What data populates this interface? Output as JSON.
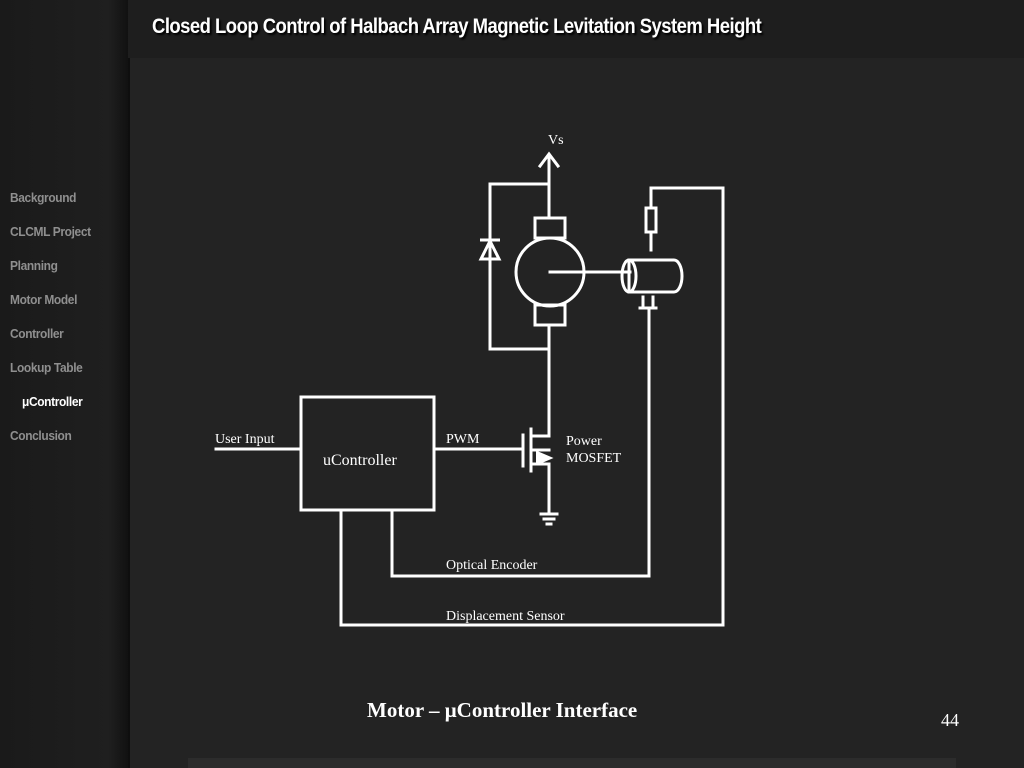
{
  "slide": {
    "title": "Closed Loop Control of Halbach Array Magnetic Levitation System Height",
    "caption": "Motor – μController Interface",
    "page_number": "44"
  },
  "nav": {
    "items": [
      {
        "label": "Background",
        "active": false
      },
      {
        "label": "CLCML Project",
        "active": false
      },
      {
        "label": "Planning",
        "active": false
      },
      {
        "label": "Motor Model",
        "active": false
      },
      {
        "label": "Controller",
        "active": false
      },
      {
        "label": "Lookup Table",
        "active": false
      },
      {
        "label": "μController",
        "active": true
      },
      {
        "label": "Conclusion",
        "active": false
      }
    ]
  },
  "diagram": {
    "vs_label": "Vs",
    "controller_label": "uController",
    "user_input_label": "User Input",
    "pwm_label": "PWM",
    "mosfet_label_line1": "Power",
    "mosfet_label_line2": "MOSFET",
    "encoder_label": "Optical Encoder",
    "sensor_label": "Displacement Sensor"
  },
  "colors": {
    "background": "#232323",
    "sidebar": "#1f1f1f",
    "nav_text": "#8f8f8f",
    "nav_active": "#ffffff",
    "lines": "#ffffff"
  }
}
